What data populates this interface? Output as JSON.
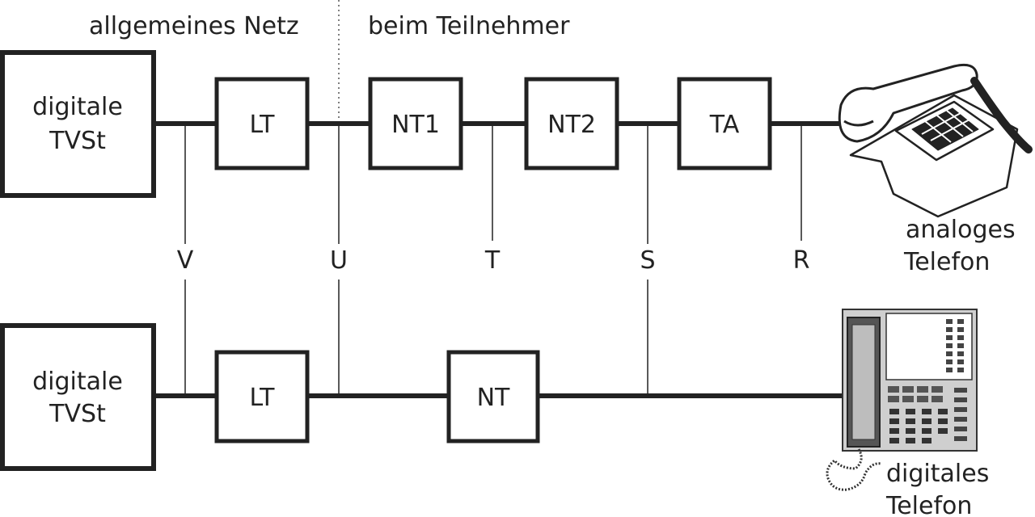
{
  "regions": {
    "left": "allgemeines Netz",
    "right": "beim Teilnehmer"
  },
  "top_row": {
    "exchange": [
      "digitale",
      "TVSt"
    ],
    "boxes": [
      "LT",
      "NT1",
      "NT2",
      "TA"
    ],
    "phone_label": [
      "analoges",
      "Telefon"
    ]
  },
  "bottom_row": {
    "exchange": [
      "digitale",
      "TVSt"
    ],
    "boxes": [
      "LT",
      "NT"
    ],
    "phone_label": [
      "digitales",
      "Telefon"
    ]
  },
  "reference_points": [
    "V",
    "U",
    "T",
    "S",
    "R"
  ],
  "icons": {
    "analog_phone": "analog-telephone-icon",
    "digital_phone": "digital-telephone-icon"
  }
}
